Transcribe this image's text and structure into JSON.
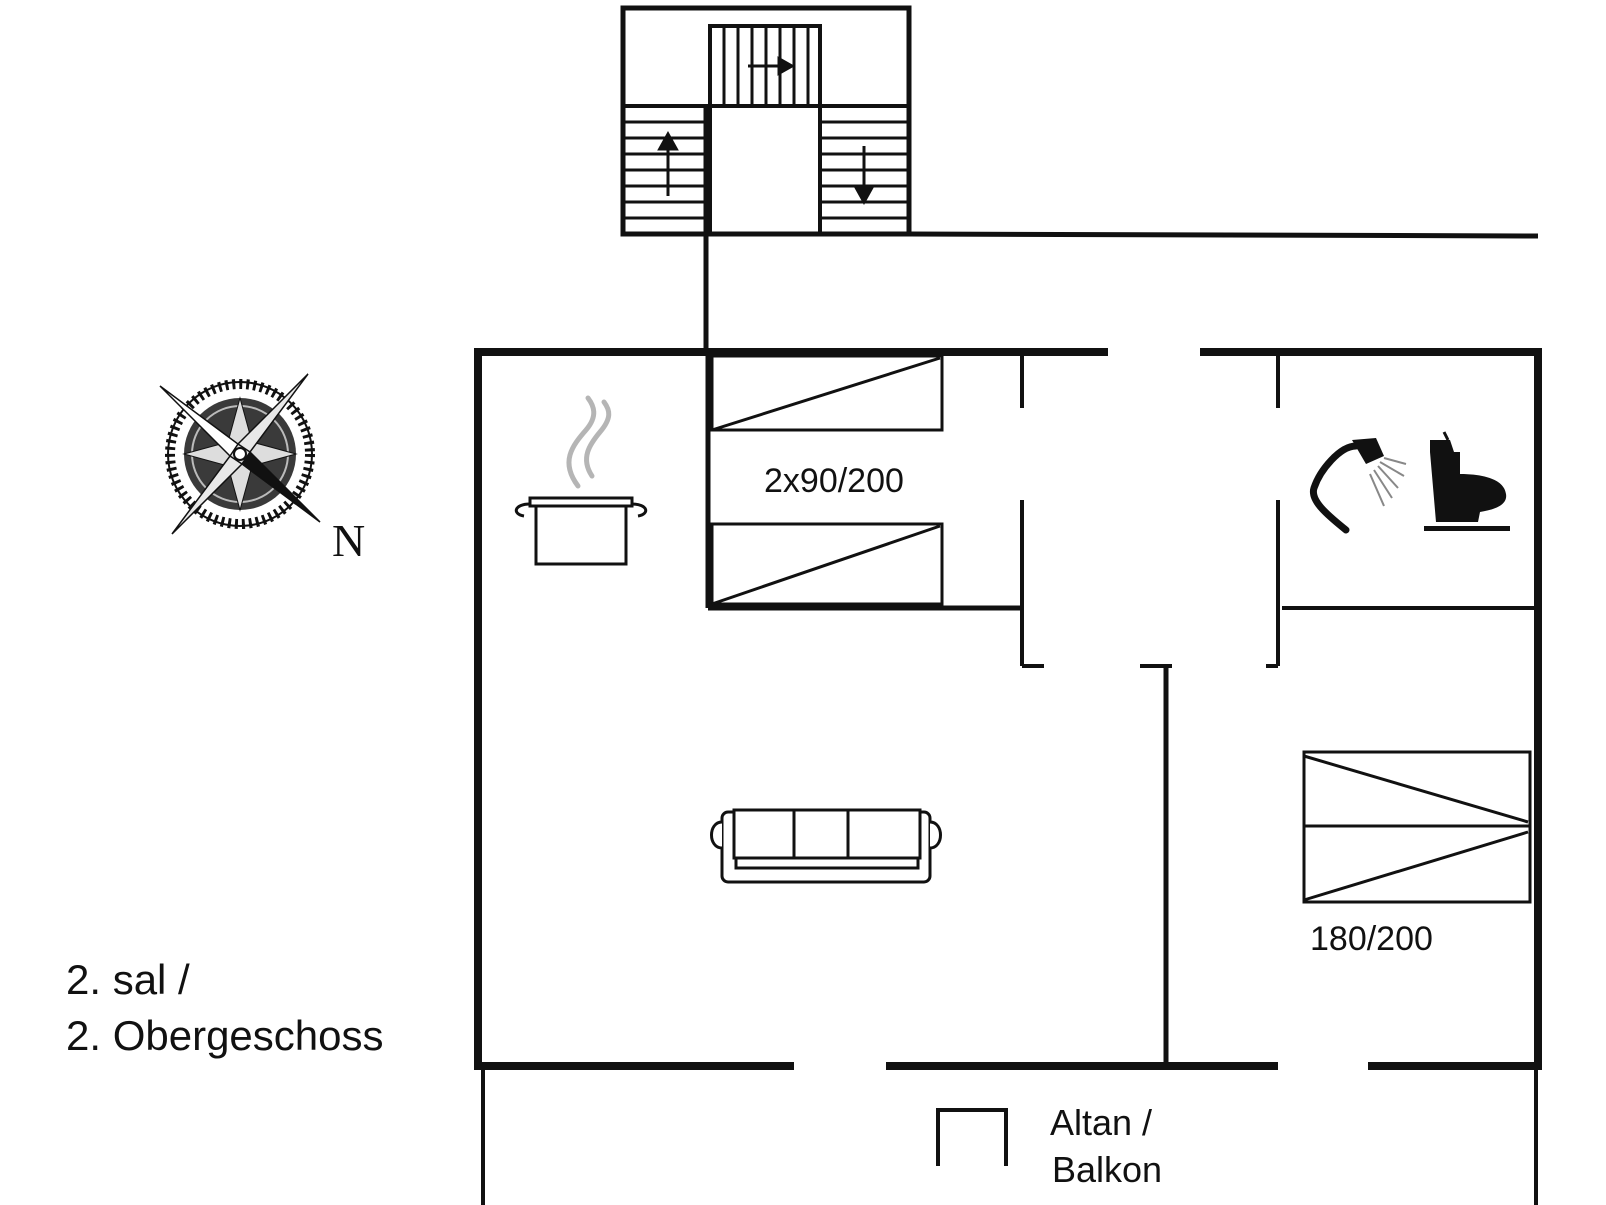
{
  "floor_label": {
    "line1": "2. sal /",
    "line2": "2. Obergeschoss"
  },
  "compass": {
    "north_label": "N",
    "icon": "compass-rose-icon"
  },
  "rooms": {
    "kids_bedroom": {
      "bed_size": "2x90/200",
      "icon": "single-bed-icon"
    },
    "master_bedroom": {
      "bed_size": "180/200",
      "icon": "double-bed-icon"
    },
    "kitchen": {
      "icon": "cooking-pot-icon"
    },
    "living_room": {
      "icon": "sofa-icon"
    },
    "bathroom": {
      "icons": [
        "shower-icon",
        "toilet-icon"
      ]
    },
    "balcony": {
      "line1": "Altan /",
      "line2": "Balkon"
    },
    "staircase": {
      "icon": "staircase-icon"
    }
  },
  "colors": {
    "wall": "#111111",
    "background": "#ffffff",
    "steam": "#b5b5b5",
    "compass_fill": "#3a3a3a"
  }
}
